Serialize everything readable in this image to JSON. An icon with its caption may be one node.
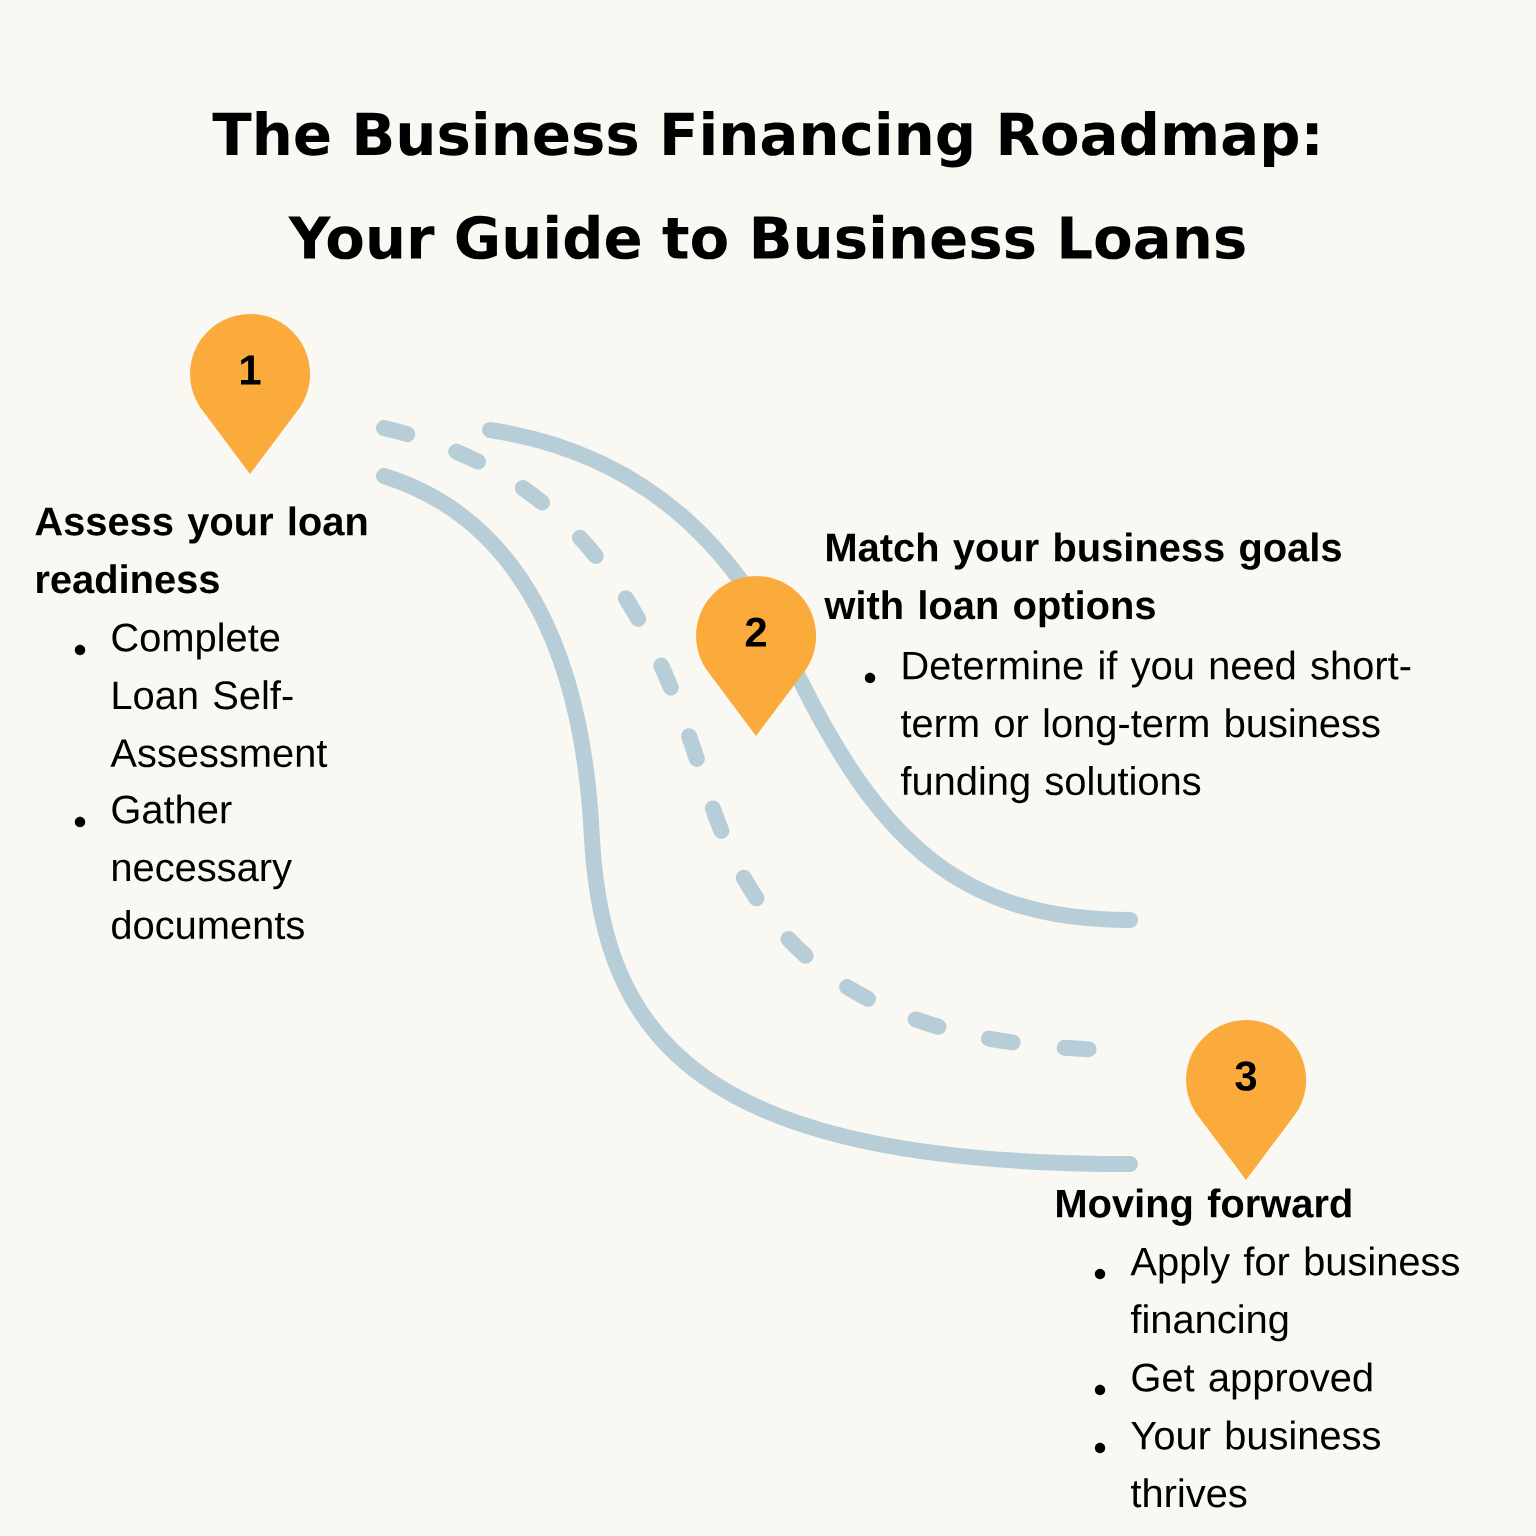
{
  "diagram": {
    "title": "The Business Financing Roadmap: Your Guide to Business Loans",
    "nodes": [
      {
        "text": [
          "1"
        ],
        "beside": [
          "Assess your loan readiness",
          "Complete Loan Self-Assessment",
          "Gather necessary documents"
        ]
      },
      {
        "text": [
          "2"
        ],
        "beside": [
          "Match your business goals with loan options",
          "Determine if you need short-term or long-term business funding solutions"
        ]
      },
      {
        "text": [
          "3"
        ],
        "beside": [
          "Moving forward",
          "Apply for business financing",
          "Get approved",
          "Your business thrives"
        ]
      }
    ],
    "edges": []
  }
}
